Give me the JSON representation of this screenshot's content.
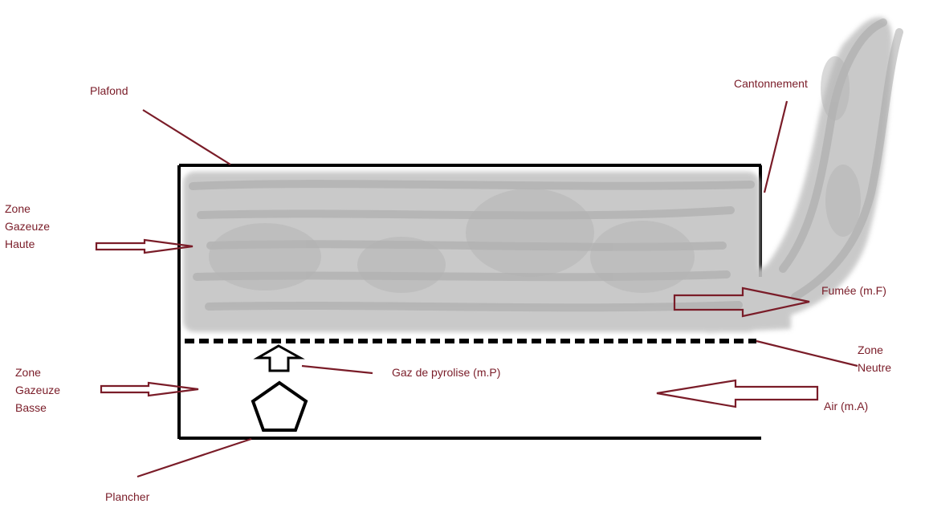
{
  "colors": {
    "label": "#7a1c28",
    "line": "#000000",
    "smoke": "#bdbdbd",
    "background": "#ffffff"
  },
  "labels": {
    "plafond": "Plafond",
    "cantonnement": "Cantonnement",
    "zone_haute": [
      "Zone",
      "Gazeuze",
      "Haute"
    ],
    "zone_basse": [
      "Zone",
      "Gazeuze",
      "Basse"
    ],
    "fumee": "Fumée (m.F)",
    "zone_neutre": [
      "Zone",
      "Neutre"
    ],
    "gaz_pyrolise": "Gaz de pyrolise (m.P)",
    "air": "Air (m.A)",
    "plancher": "Plancher"
  },
  "icons": {
    "fire_source": "pentagon-icon",
    "pyrolysis_flow": "up-arrow-icon"
  }
}
